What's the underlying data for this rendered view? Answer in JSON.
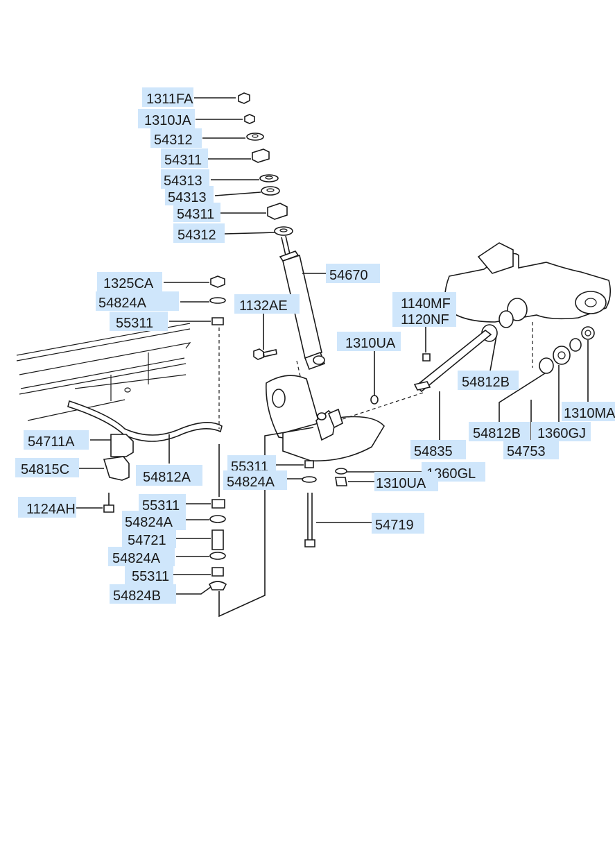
{
  "diagram": {
    "callouts": [
      {
        "id": "c1",
        "text": "1311FA"
      },
      {
        "id": "c2",
        "text": "1310JA"
      },
      {
        "id": "c3",
        "text": "54312"
      },
      {
        "id": "c4",
        "text": "54311"
      },
      {
        "id": "c5",
        "text": "54313"
      },
      {
        "id": "c6",
        "text": "54313"
      },
      {
        "id": "c7",
        "text": "54311"
      },
      {
        "id": "c8",
        "text": "54312"
      },
      {
        "id": "c9",
        "text": "54670"
      },
      {
        "id": "c10",
        "text": "1325CA"
      },
      {
        "id": "c11",
        "text": "54824A"
      },
      {
        "id": "c12",
        "text": "55311"
      },
      {
        "id": "c13",
        "text": "1132AE"
      },
      {
        "id": "c14",
        "text": "1140MF"
      },
      {
        "id": "c15",
        "text": "1120NF"
      },
      {
        "id": "c16",
        "text": "1310UA"
      },
      {
        "id": "c17",
        "text": "54812B"
      },
      {
        "id": "c18",
        "text": "1310MA"
      },
      {
        "id": "c19",
        "text": "54812B"
      },
      {
        "id": "c20",
        "text": "1360GJ"
      },
      {
        "id": "c21",
        "text": "54835"
      },
      {
        "id": "c22",
        "text": "54753"
      },
      {
        "id": "c23",
        "text": "54711A"
      },
      {
        "id": "c24",
        "text": "54815C"
      },
      {
        "id": "c25",
        "text": "54812A"
      },
      {
        "id": "c26",
        "text": "55311"
      },
      {
        "id": "c27",
        "text": "1360GL"
      },
      {
        "id": "c28",
        "text": "54824A"
      },
      {
        "id": "c29",
        "text": "1310UA"
      },
      {
        "id": "c30",
        "text": "1124AH"
      },
      {
        "id": "c31",
        "text": "55311"
      },
      {
        "id": "c32",
        "text": "54824A"
      },
      {
        "id": "c33",
        "text": "54719"
      },
      {
        "id": "c34",
        "text": "54721"
      },
      {
        "id": "c35",
        "text": "54824A"
      },
      {
        "id": "c36",
        "text": "55311"
      },
      {
        "id": "c37",
        "text": "54824B"
      }
    ]
  }
}
